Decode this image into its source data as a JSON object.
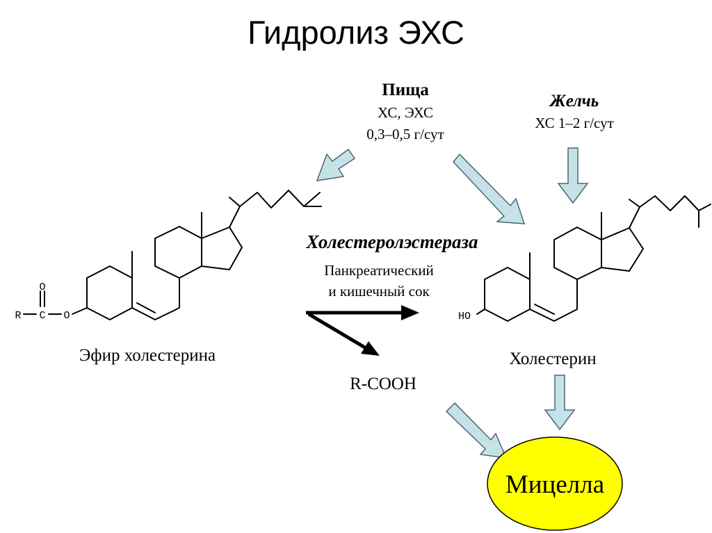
{
  "title": "Гидролиз ЭХС",
  "food": {
    "label": "Пища",
    "content": "ХС, ЭХС",
    "amount": "0,3–0,5 г/сут"
  },
  "bile": {
    "label": "Желчь",
    "content": "ХС 1–2 г/сут"
  },
  "enzyme": {
    "name": "Холестеролэстераза",
    "source_line1": "Панкреатический",
    "source_line2": "и кишечный сок"
  },
  "ester": {
    "caption": "Эфир холестерина",
    "atom_r": "R",
    "atom_c": "C",
    "atom_o_top": "O",
    "atom_o_ester": "O"
  },
  "cholesterol": {
    "caption": "Холестерин",
    "atom_ho": "HO"
  },
  "byproduct": "R-COOH",
  "micelle": {
    "label": "Мицелла",
    "fill": "#ffff00"
  },
  "colors": {
    "arrow_fill": "#c5e3e6",
    "arrow_stroke": "#4a6670",
    "line": "#000000"
  }
}
